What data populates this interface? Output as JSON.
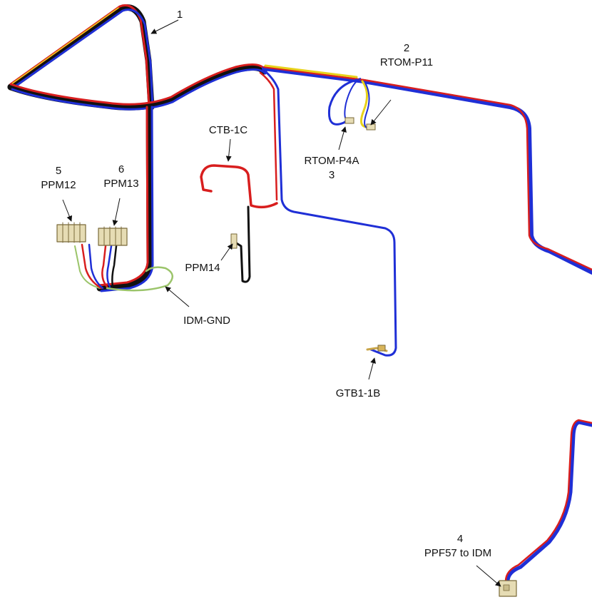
{
  "colors": {
    "red": "#d81e1e",
    "blue": "#1f2fd6",
    "yellow": "#e8d21a",
    "black": "#111111",
    "green": "#9bc46a",
    "connector": "#e6dcb4"
  },
  "labels": {
    "item1": {
      "num": "1"
    },
    "item2": {
      "num": "2",
      "name": "RTOM-P11"
    },
    "item3": {
      "num": "3",
      "name": "RTOM-P4A"
    },
    "item4": {
      "num": "4",
      "name": "PPF57 to IDM"
    },
    "item5": {
      "num": "5",
      "name": "PPM12"
    },
    "item6": {
      "num": "6",
      "name": "PPM13"
    },
    "ctb": {
      "name": "CTB-1C"
    },
    "ppm14": {
      "name": "PPM14"
    },
    "idm_gnd": {
      "name": "IDM-GND"
    },
    "gtb": {
      "name": "GTB1-1B"
    }
  }
}
